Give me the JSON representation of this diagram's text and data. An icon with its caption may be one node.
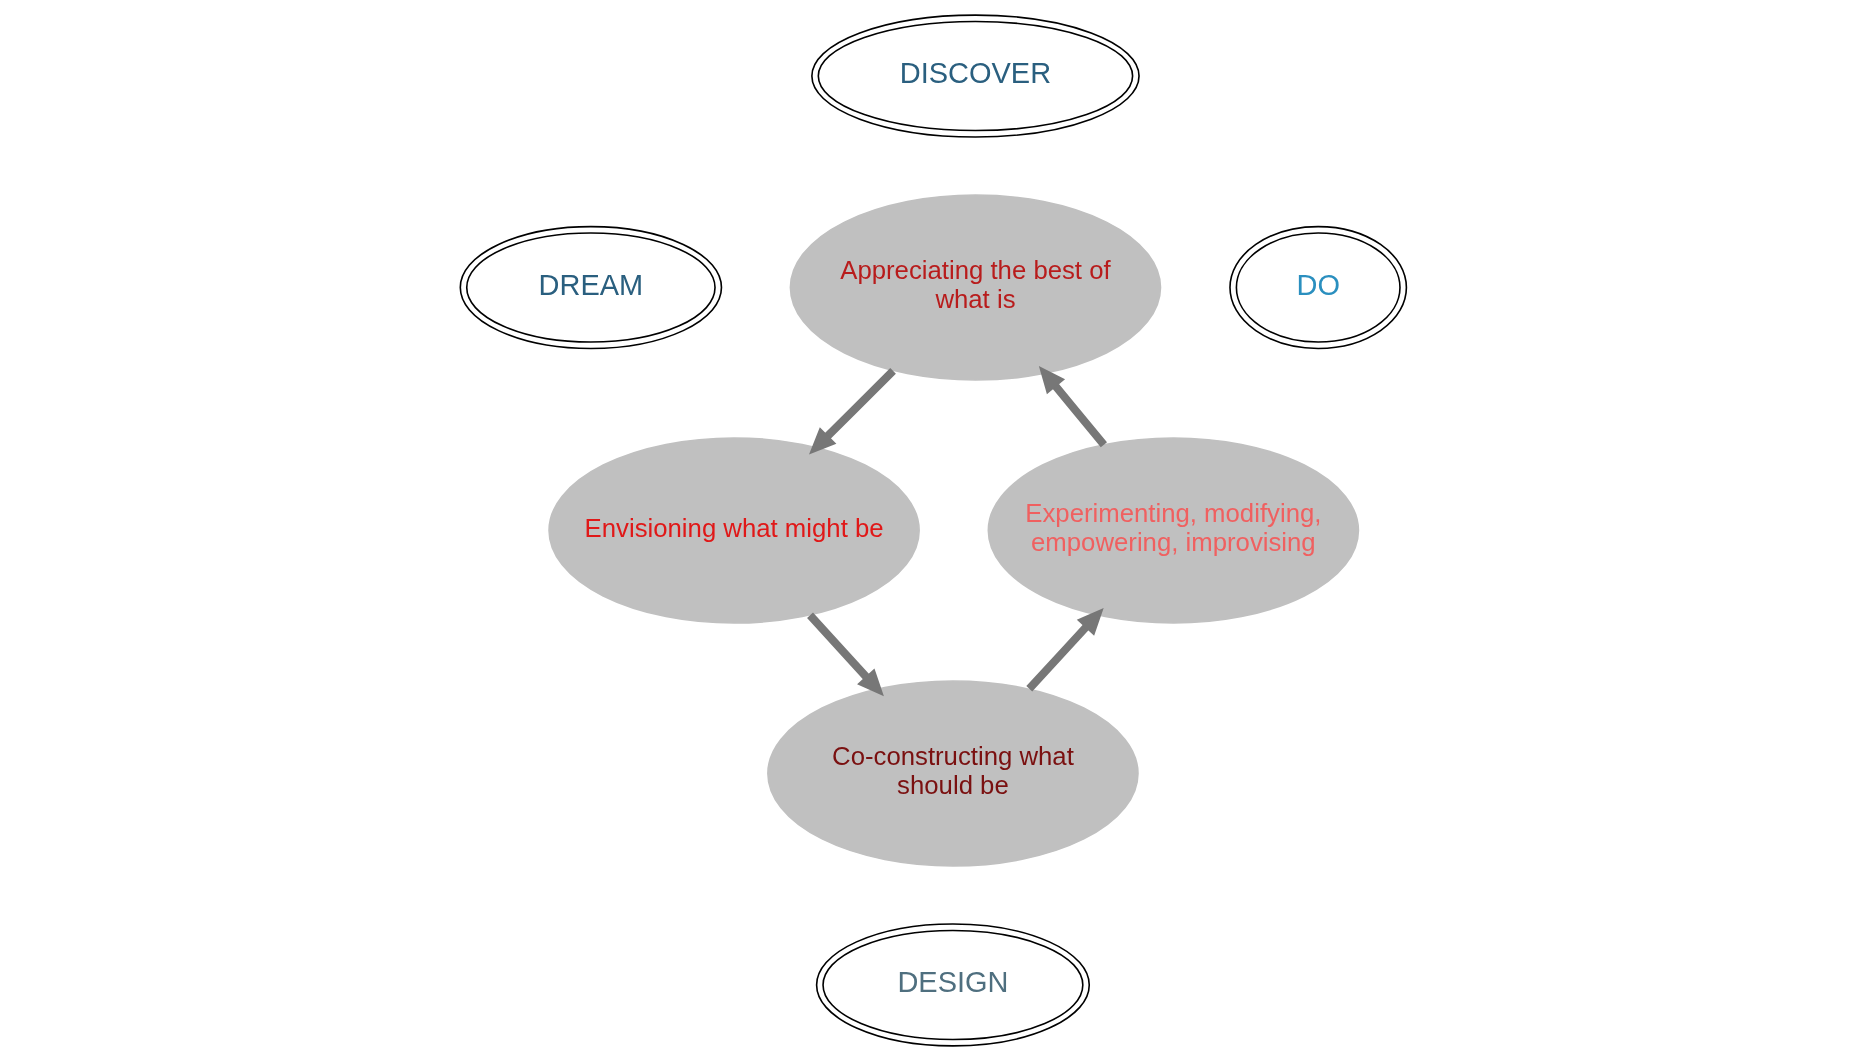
{
  "diagram": {
    "nodes": [
      {
        "text": [
          "DISCOVER"
        ]
      },
      {
        "text": [
          "DREAM"
        ]
      },
      {
        "text": [
          "DO"
        ]
      },
      {
        "text": [
          "Appreciating the best of what is"
        ]
      },
      {
        "text": [
          "Envisioning what might be"
        ]
      },
      {
        "text": [
          "Experimenting, modifying, empowering, improvising"
        ]
      },
      {
        "text": [
          "Co-constructing what should be"
        ]
      },
      {
        "text": [
          "DESIGN"
        ]
      }
    ],
    "edges": [
      {
        "from": 5,
        "to": 3,
        "arrow": "to"
      },
      {
        "from": 3,
        "to": 4,
        "arrow": "to"
      },
      {
        "from": 4,
        "to": 6,
        "arrow": "to"
      },
      {
        "from": 6,
        "to": 5,
        "arrow": "to"
      }
    ]
  }
}
